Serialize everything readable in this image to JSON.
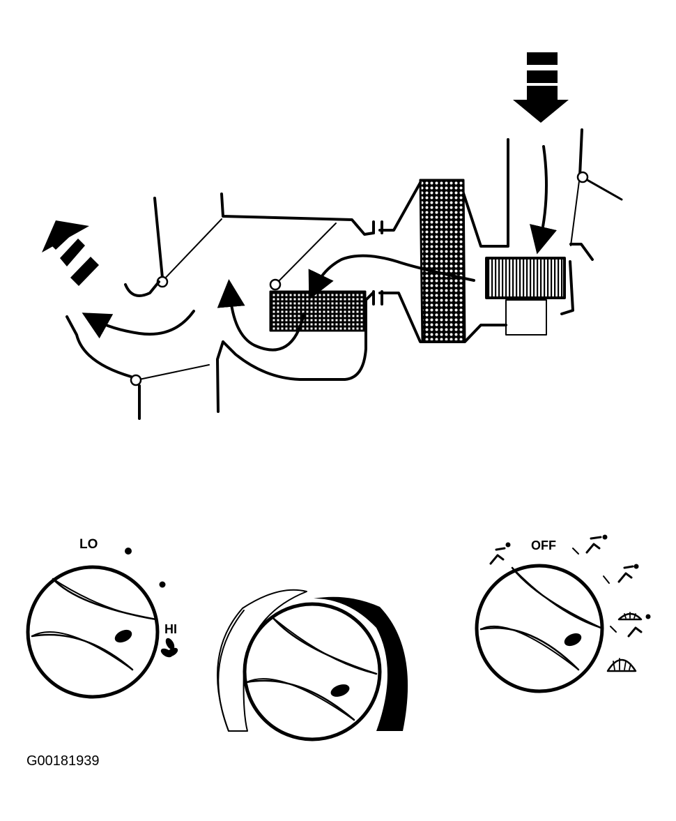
{
  "labels": {
    "fan_low": "LO",
    "fan_high": "HI",
    "mode_off": "OFF",
    "figure_id": "G00181939"
  },
  "icons": [
    "fan-icon",
    "vent-face-icon",
    "bilevel-icon",
    "floor-icon",
    "floor-defrost-icon",
    "defrost-icon"
  ],
  "colors": {
    "ink": "#000000",
    "paper": "#ffffff"
  }
}
